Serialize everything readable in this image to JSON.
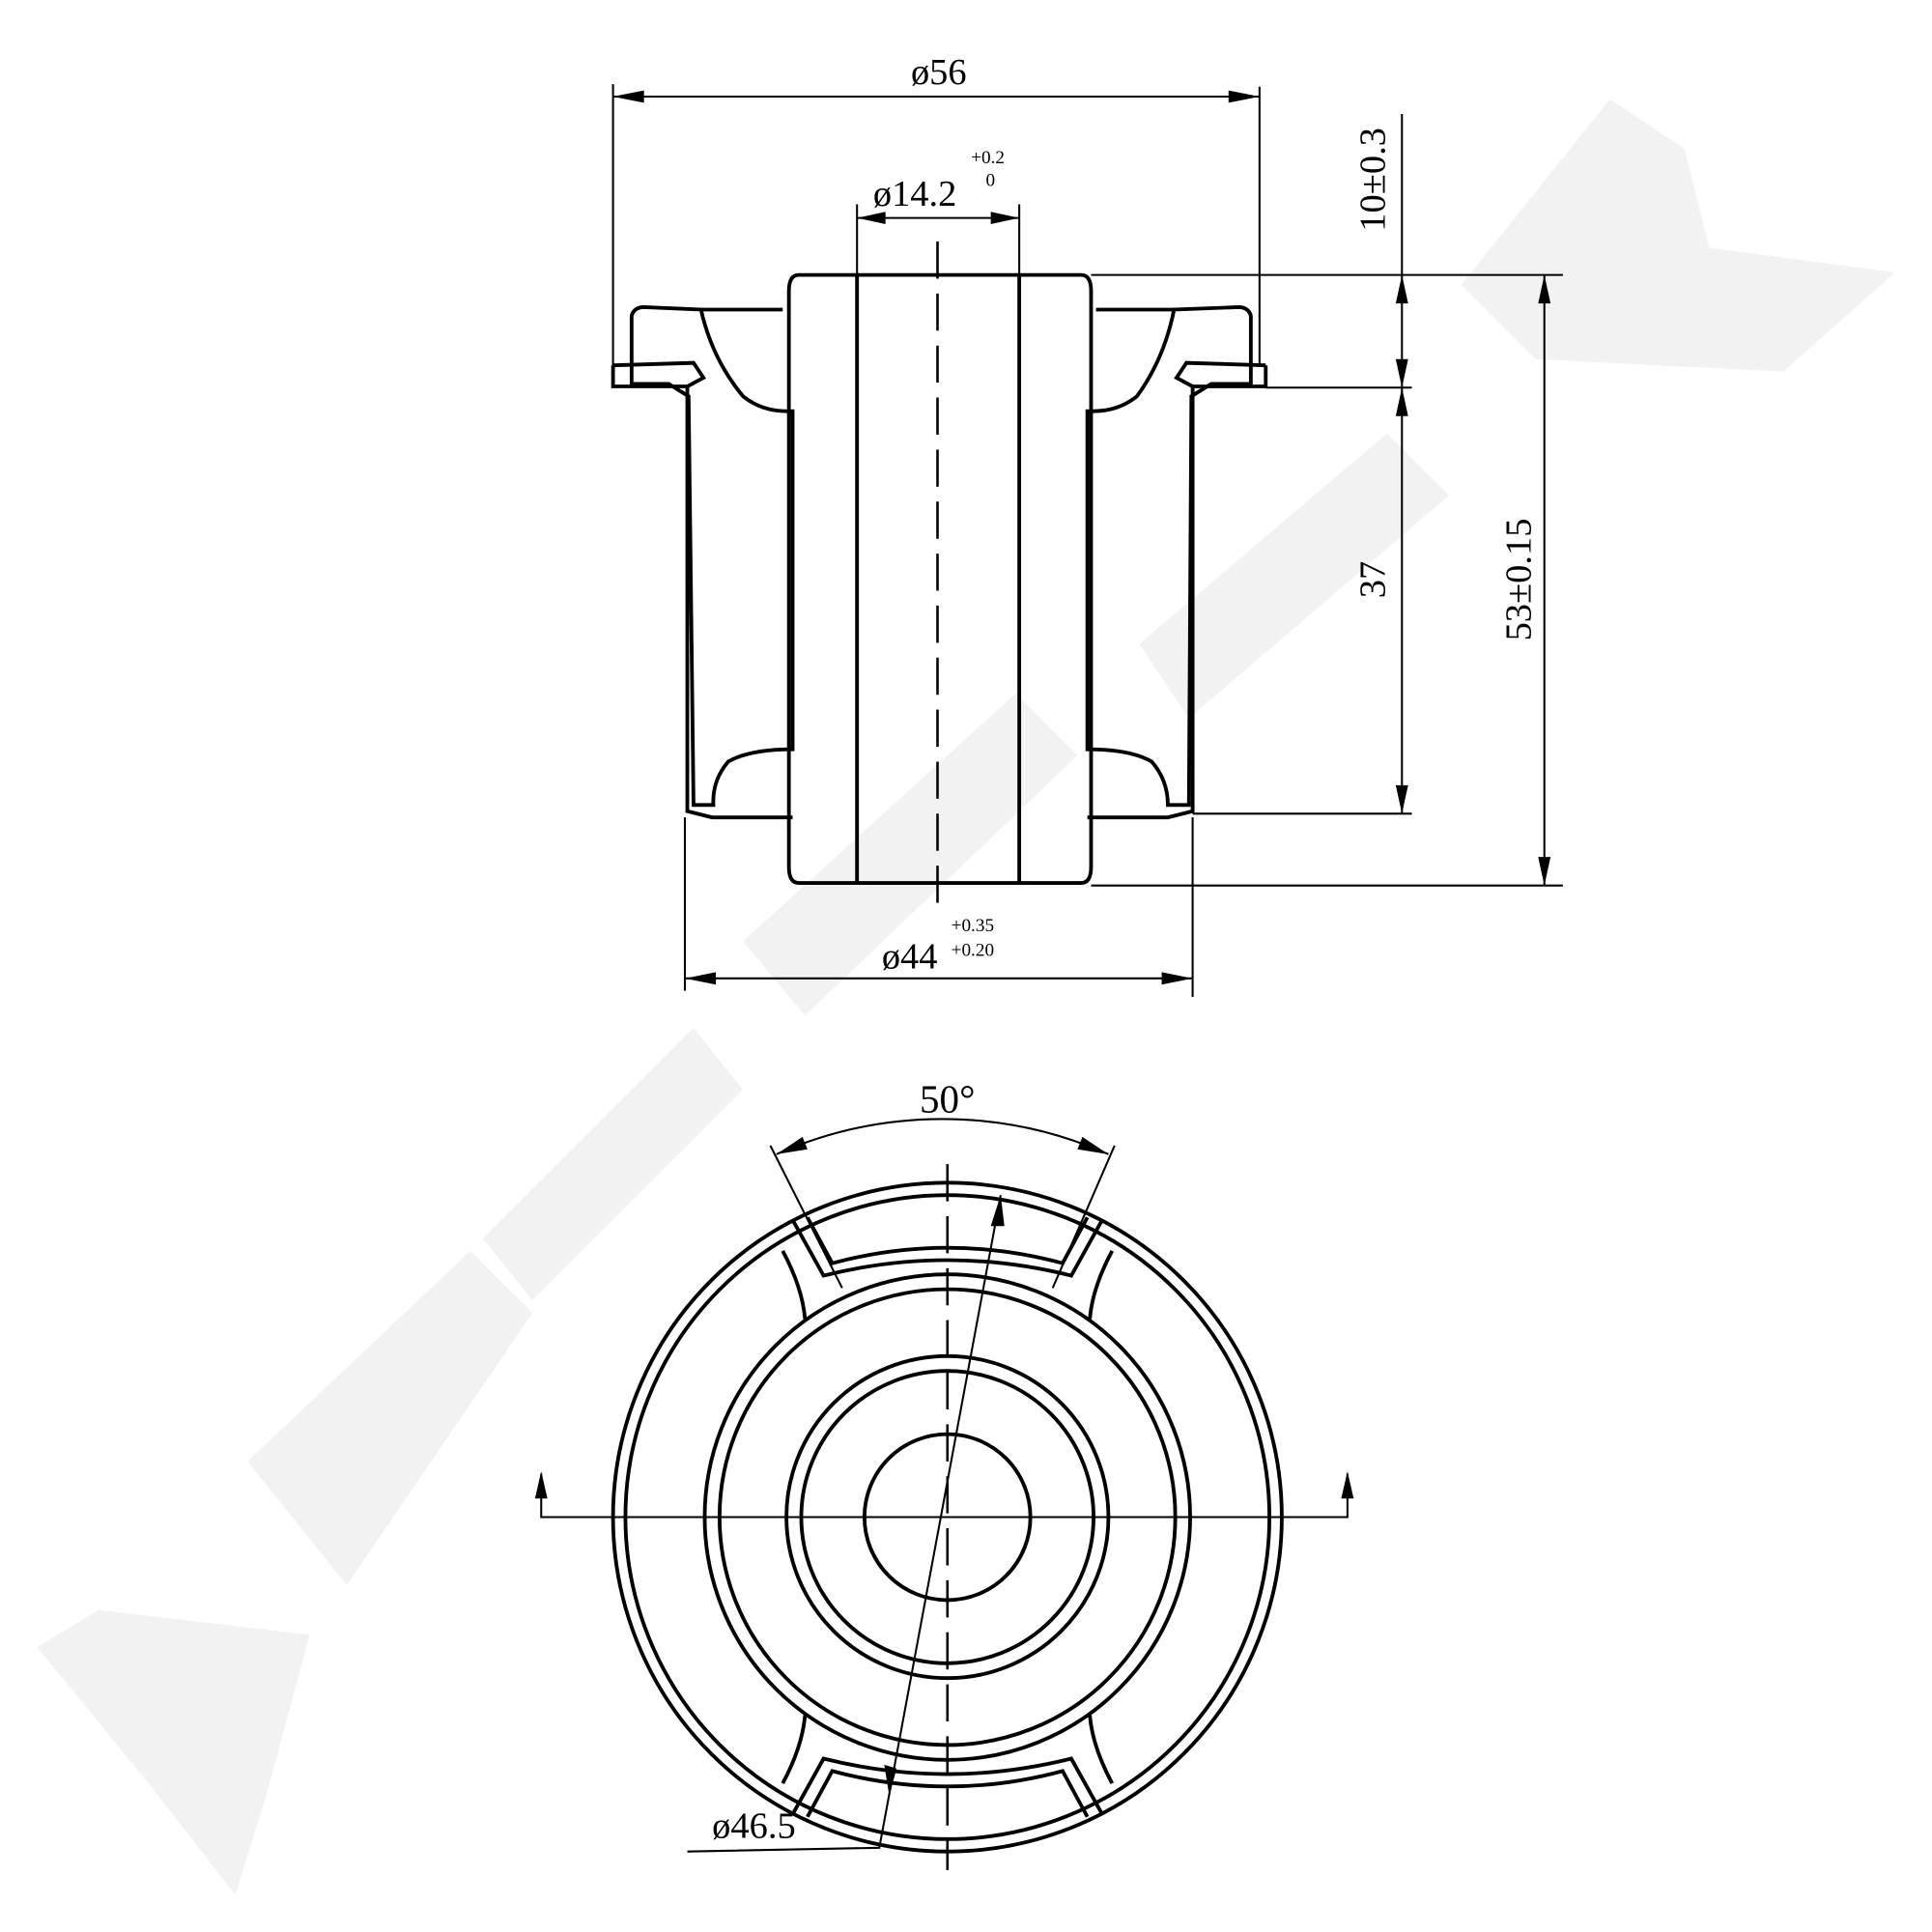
{
  "drawing": {
    "side_view": {
      "outer_flange_diameter": "ø56",
      "bore_diameter": "ø14.2",
      "bore_tol_upper": "+0.2",
      "bore_tol_lower": "0",
      "body_diameter": "ø44",
      "body_tol_upper": "+0.35",
      "body_tol_lower": "+0.20",
      "flange_height": "10±0.3",
      "body_height": "37",
      "total_height": "53±0.15"
    },
    "end_view": {
      "slot_angle": "50°",
      "slot_diameter": "ø46.5"
    },
    "colors": {
      "line": "#000000",
      "watermark": "#f2f2f2"
    }
  }
}
